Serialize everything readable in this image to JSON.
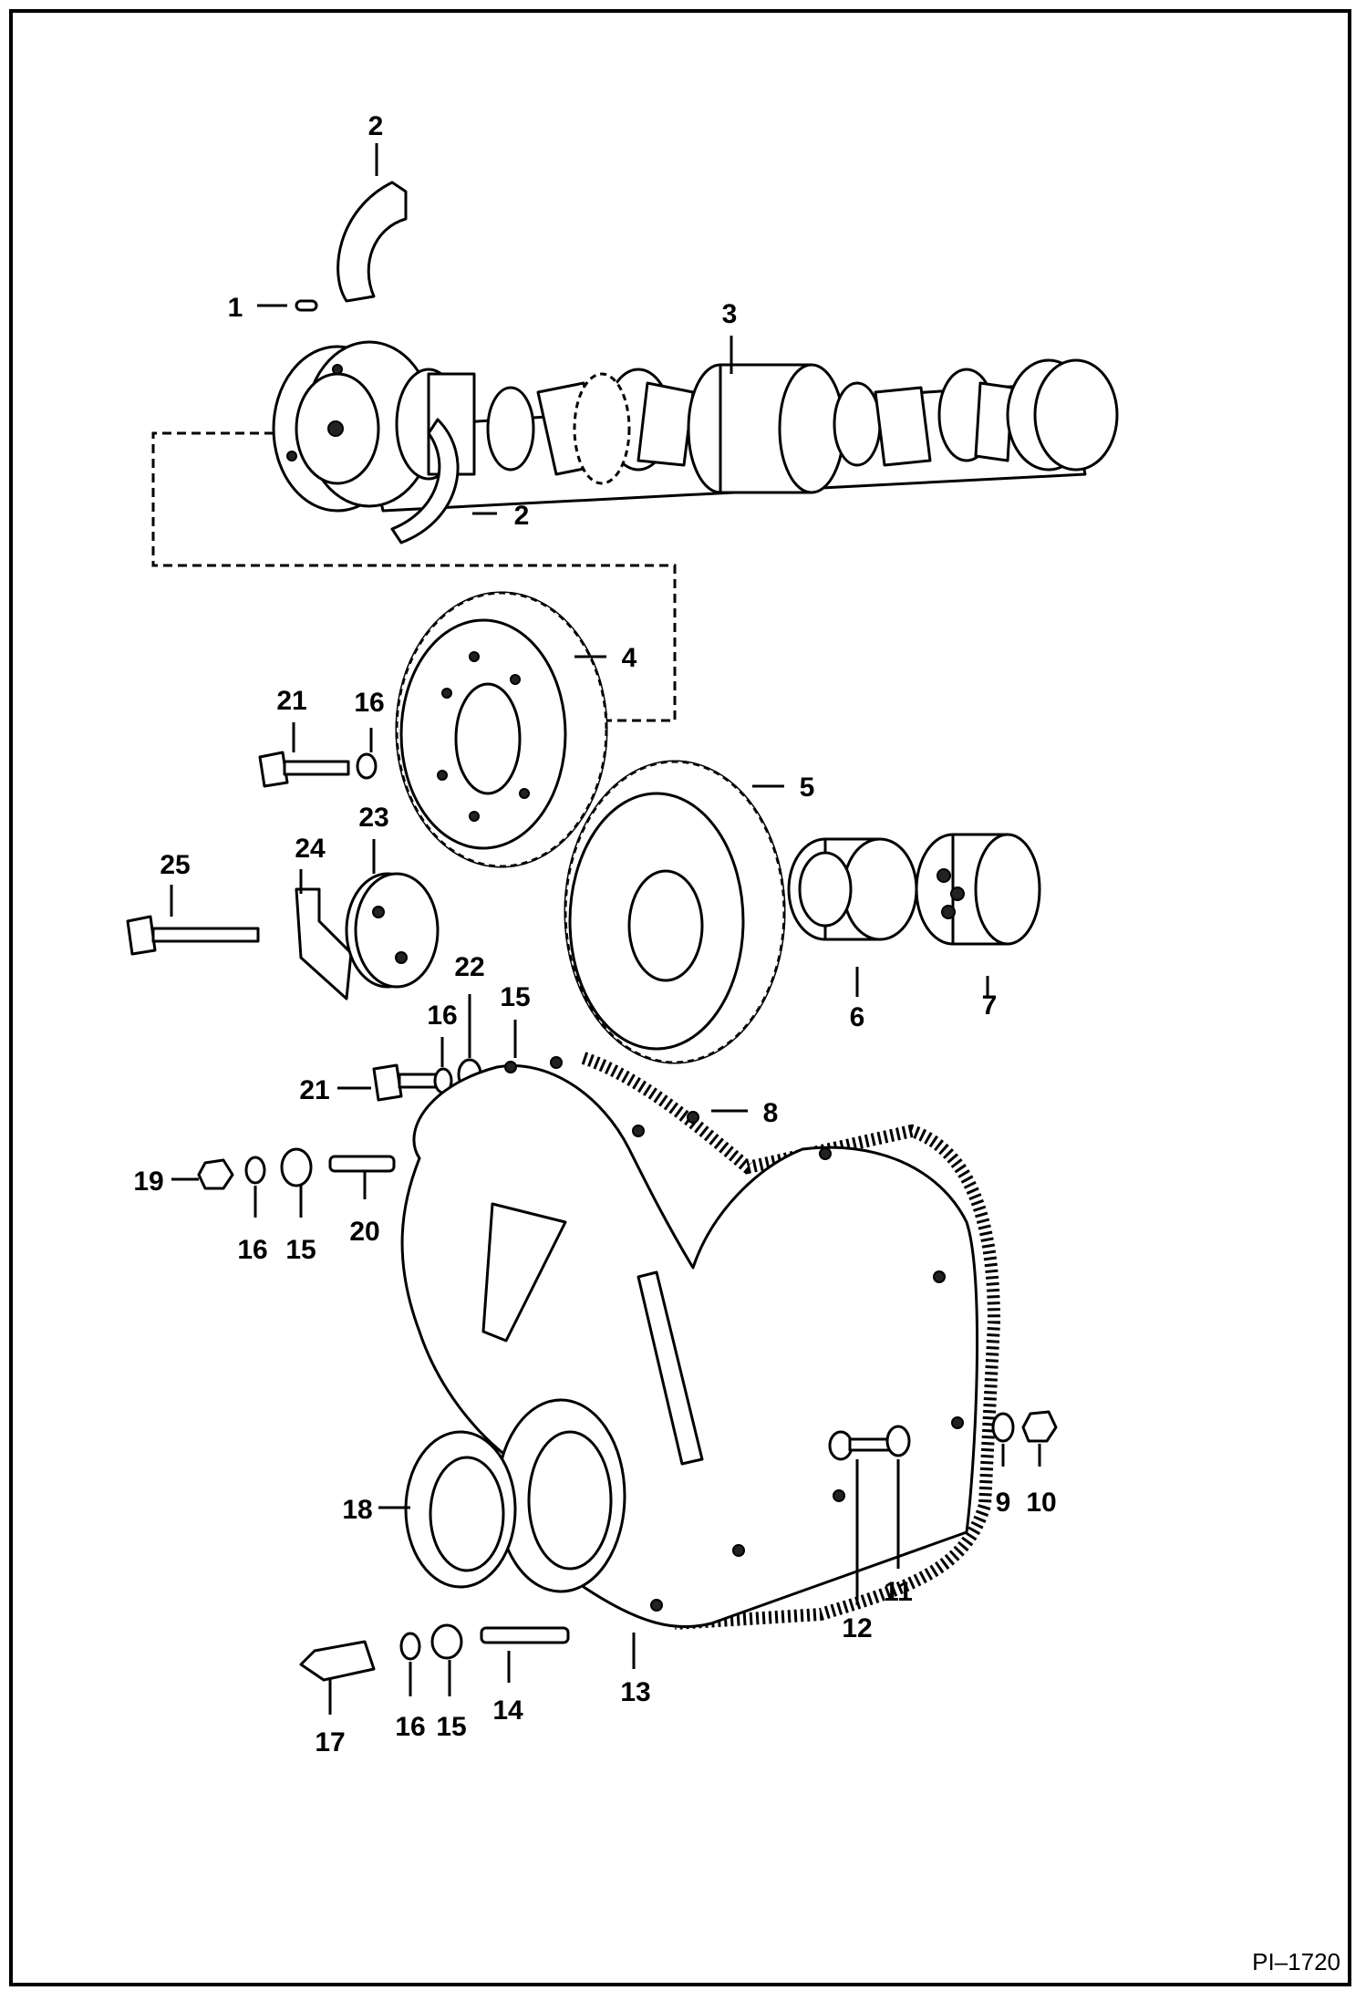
{
  "diagram": {
    "reference": "PI–1720",
    "callouts": [
      "1",
      "2",
      "2",
      "3",
      "4",
      "5",
      "6",
      "7",
      "8",
      "9",
      "10",
      "11",
      "12",
      "13",
      "14",
      "15",
      "15",
      "15",
      "16",
      "16",
      "16",
      "16",
      "17",
      "18",
      "19",
      "20",
      "21",
      "21",
      "22",
      "23",
      "24",
      "25"
    ]
  }
}
